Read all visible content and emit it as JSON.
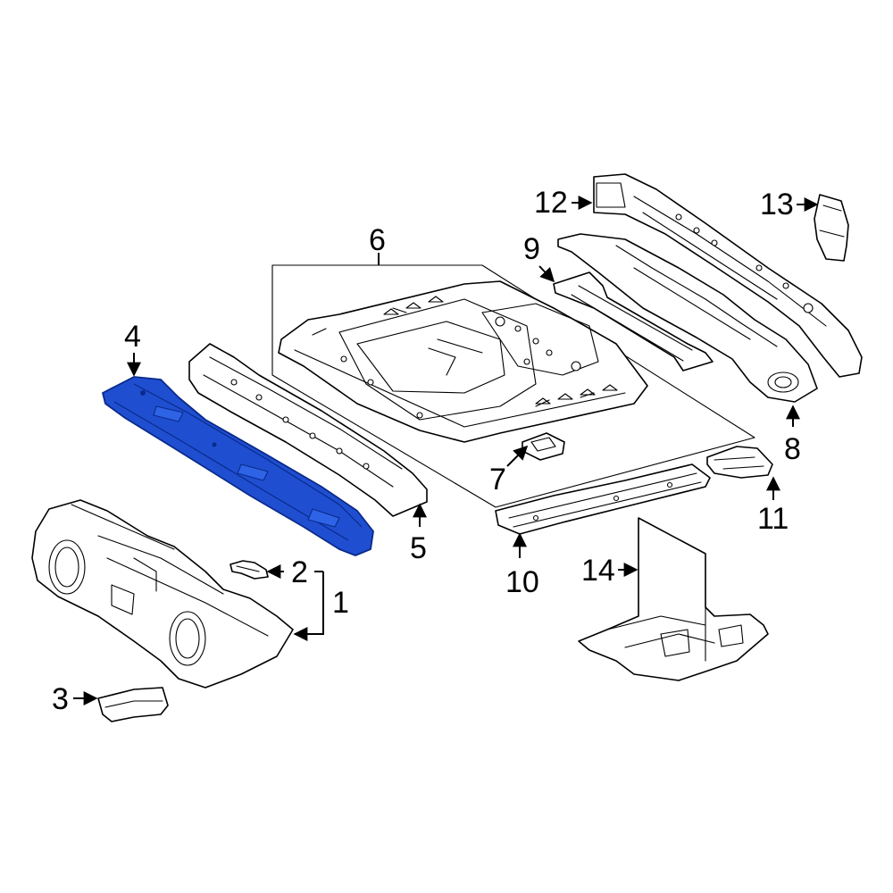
{
  "diagram": {
    "callouts": [
      "1",
      "2",
      "3",
      "4",
      "5",
      "6",
      "7",
      "8",
      "9",
      "10",
      "11",
      "12",
      "13",
      "14"
    ],
    "colors": {
      "highlight_fill": "#1f4fd0",
      "highlight_stroke": "#0a2a8a",
      "line": "#000000",
      "background": "#ffffff"
    },
    "highlighted_part": "4"
  }
}
